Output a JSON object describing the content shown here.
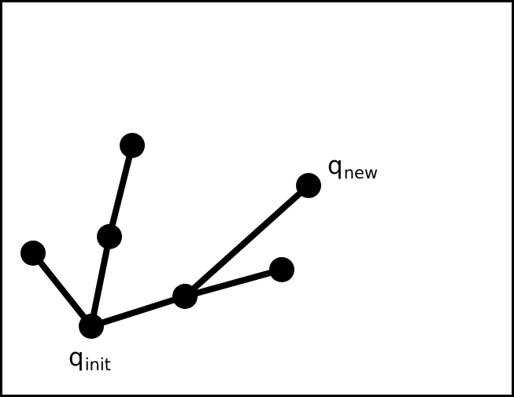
{
  "diagram": {
    "labels": {
      "init_main": "q",
      "init_sub": "init",
      "new_main": "q",
      "new_sub": "new"
    },
    "colors": {
      "stroke": "#000000",
      "node": "#000000",
      "background": "#ffffff"
    }
  }
}
